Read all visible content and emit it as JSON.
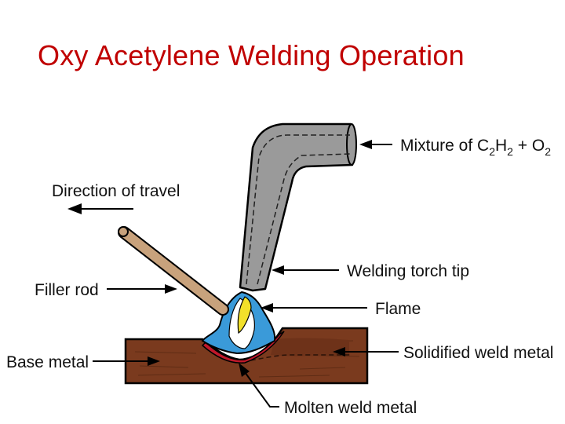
{
  "title": "Oxy Acetylene Welding Operation",
  "labels": {
    "mixture_prefix": "Mixture of C",
    "mixture_h": "H",
    "mixture_plus": " + O",
    "mixture_sub_c": "2",
    "mixture_sub_h": "2",
    "mixture_sub_o": "2",
    "direction": "Direction of travel",
    "torch_tip": "Welding torch tip",
    "filler_rod": "Filler rod",
    "flame": "Flame",
    "base_metal": "Base metal",
    "solidified": "Solidified weld metal",
    "molten": "Molten weld metal"
  },
  "colors": {
    "title": "#c00000",
    "base_metal": "#7a3a1e",
    "torch": "#9a9a9a",
    "filler_rod": "#c8a27c",
    "flame_outer": "#3a9ad9",
    "flame_inner": "#f2e02a",
    "molten_pool": "#c0182a"
  }
}
